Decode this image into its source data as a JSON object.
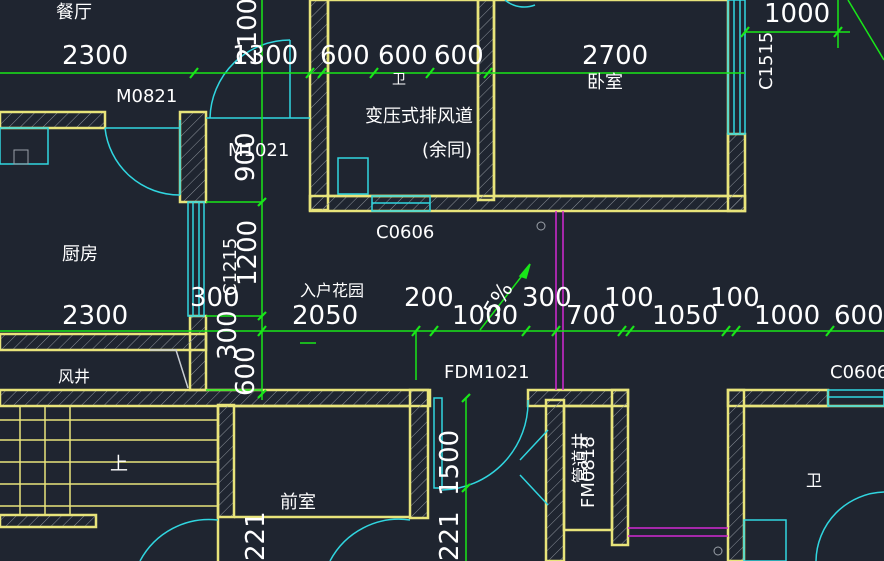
{
  "colors": {
    "background": "#1f2530",
    "wall": "#e8e47a",
    "dimension": "#19e619",
    "window": "#30d6e0",
    "text": "#ffffff",
    "hatch": "#9aa0a8",
    "magenta": "#d22ad2"
  },
  "rooms": {
    "dining": "餐厅",
    "kitchen": "厨房",
    "entry_garden": "入户花园",
    "wind_shaft": "风井",
    "bedroom": "卧室",
    "bath_top": "卫",
    "bath_right": "卫",
    "front_room": "前室",
    "stair_up": "上",
    "shaft_note": "变压式排风道",
    "shaft_note_2": "(余同)",
    "tube_well": "管道井"
  },
  "tags": {
    "m0821": "M0821",
    "m1021": "M1021",
    "c0606_mid": "C0606",
    "c0606_right": "C0606",
    "c1515": "C1515",
    "c1215": "C1215",
    "fdm1021": "FDM1021",
    "fm0818": "FM0818"
  },
  "dims_top": {
    "d2300": "2300",
    "d1300": "1300",
    "d600a": "600",
    "d600b": "600",
    "d600c": "600",
    "d2700": "2700",
    "d1000": "1000"
  },
  "dims_mid": {
    "d2300": "2300",
    "d300a": "300",
    "d2050": "2050",
    "d200": "200",
    "d1000a": "1000",
    "d300b": "300",
    "d700": "700",
    "d100a": "100",
    "d1050": "1050",
    "d100b": "100",
    "d1000b": "1000",
    "d600": "600"
  },
  "dims_vertical": {
    "v2100": "2100",
    "v900": "900",
    "v1200": "1200",
    "v300": "300",
    "v600": "600",
    "v1500": "1500",
    "v221a": "221",
    "v221b": "221"
  },
  "slope": "5%"
}
